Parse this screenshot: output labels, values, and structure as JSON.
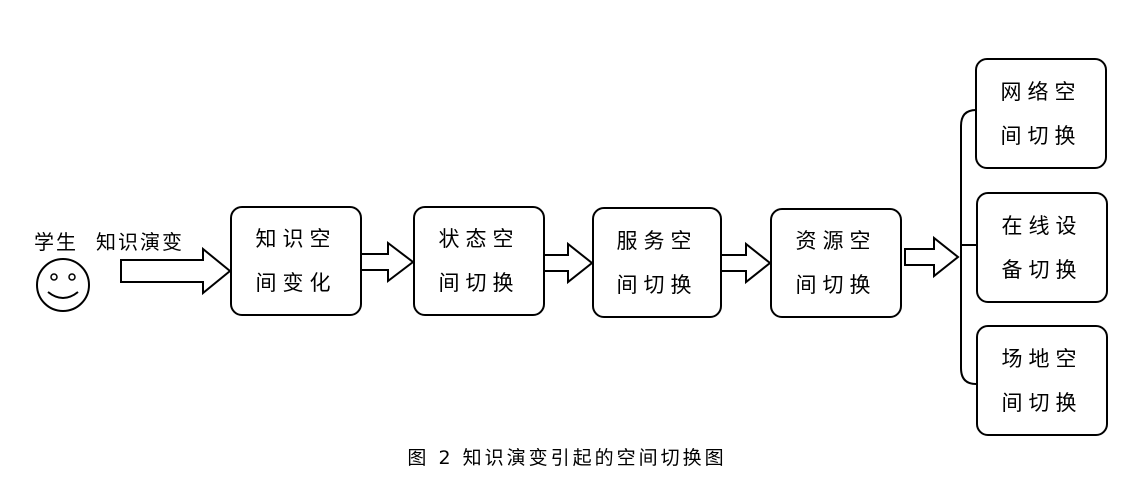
{
  "student_label": "学生",
  "evolution_label": "知识演变",
  "main_chain": [
    {
      "line1": "知识空",
      "line2": "间变化"
    },
    {
      "line1": "状态空",
      "line2": "间切换"
    },
    {
      "line1": "服务空",
      "line2": "间切换"
    },
    {
      "line1": "资源空",
      "line2": "间切换"
    }
  ],
  "branches": [
    {
      "line1": "网络空",
      "line2": "间切换"
    },
    {
      "line1": "在线设",
      "line2": "备切换"
    },
    {
      "line1": "场地空",
      "line2": "间切换"
    }
  ],
  "caption": "图 2 知识演变引起的空间切换图",
  "icons": {
    "student": "smiley-face-icon"
  }
}
